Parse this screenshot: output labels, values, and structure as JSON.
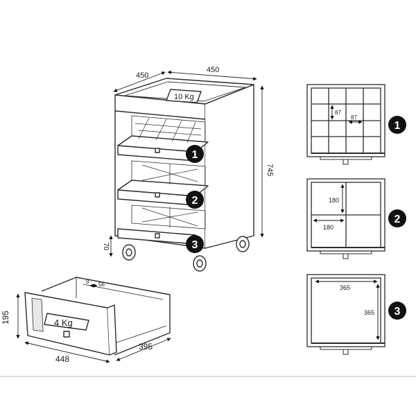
{
  "cabinet": {
    "width_label": "450",
    "depth_label": "450",
    "height_label": "745",
    "wheel_label": "70",
    "load_label": "10 Kg"
  },
  "drawer": {
    "height_label": "195",
    "width_label": "448",
    "depth_label": "395",
    "side_label": "9",
    "inner_label": "56",
    "load_label": "4 Kg"
  },
  "markers": [
    "1",
    "2",
    "3"
  ],
  "insert1": {
    "cell_h": "87",
    "cell_w": "87"
  },
  "insert2": {
    "cell_h": "180",
    "cell_w": "180"
  },
  "insert3": {
    "width": "365",
    "depth": "365"
  }
}
